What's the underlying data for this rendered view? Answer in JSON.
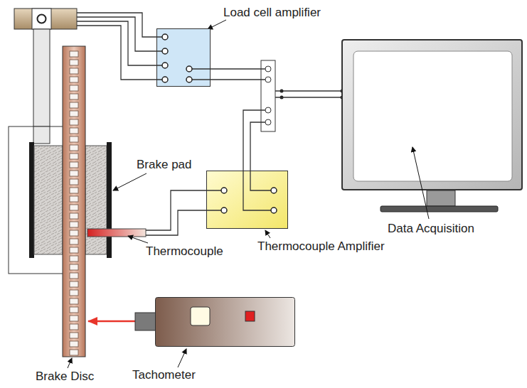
{
  "diagram": {
    "nodes": [
      {
        "text": [
          "Load cell amplifier"
        ]
      },
      {
        "text": [
          "Data Acquisition"
        ]
      },
      {
        "text": [
          "Thermocouple Amplifier"
        ]
      },
      {
        "text": [
          "Tachometer"
        ]
      }
    ],
    "edges": [
      {
        "from": 0,
        "to": 1,
        "arrow": "none"
      },
      {
        "from": 2,
        "to": 1,
        "arrow": "none"
      }
    ],
    "labels": [
      "Brake pad",
      "Thermocouple",
      "Brake Disc"
    ]
  }
}
